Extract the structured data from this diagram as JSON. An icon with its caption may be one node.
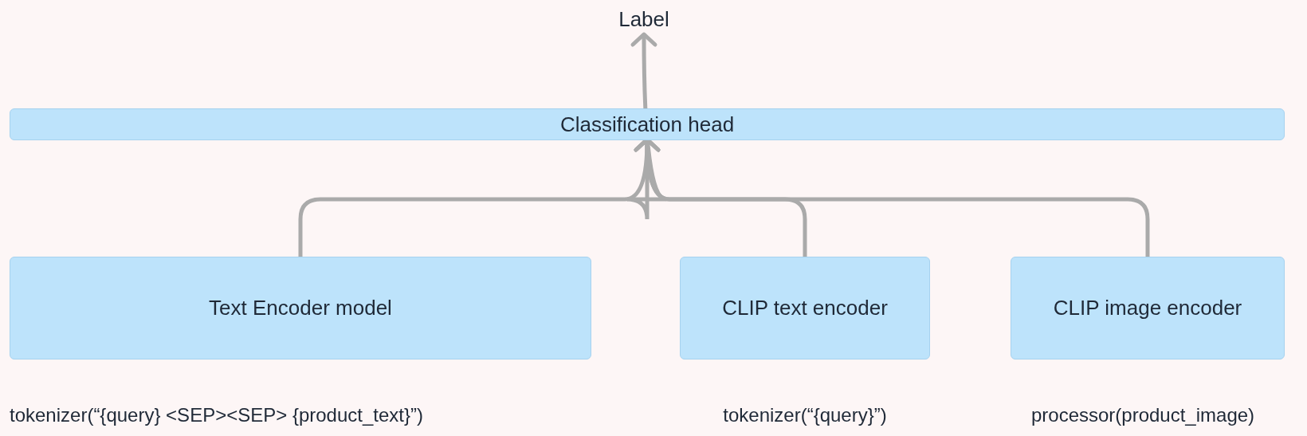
{
  "diagram": {
    "nodes": [
      {
        "text": [
          "Label"
        ]
      },
      {
        "text": [
          "Classification head"
        ]
      },
      {
        "text": [
          "Text Encoder model"
        ],
        "beside": [
          "tokenizer(“{query} <SEP><SEP> {product_text}”)"
        ]
      },
      {
        "text": [
          "CLIP text encoder"
        ],
        "beside": [
          "tokenizer(“{query}”)"
        ]
      },
      {
        "text": [
          "CLIP image encoder"
        ],
        "beside": [
          "processor(product_image)"
        ]
      }
    ],
    "edges": [
      {
        "from": 2,
        "to": 1,
        "arrow": "to"
      },
      {
        "from": 3,
        "to": 1,
        "arrow": "to"
      },
      {
        "from": 4,
        "to": 1,
        "arrow": "to"
      },
      {
        "from": 1,
        "to": 0,
        "arrow": "to"
      }
    ]
  }
}
